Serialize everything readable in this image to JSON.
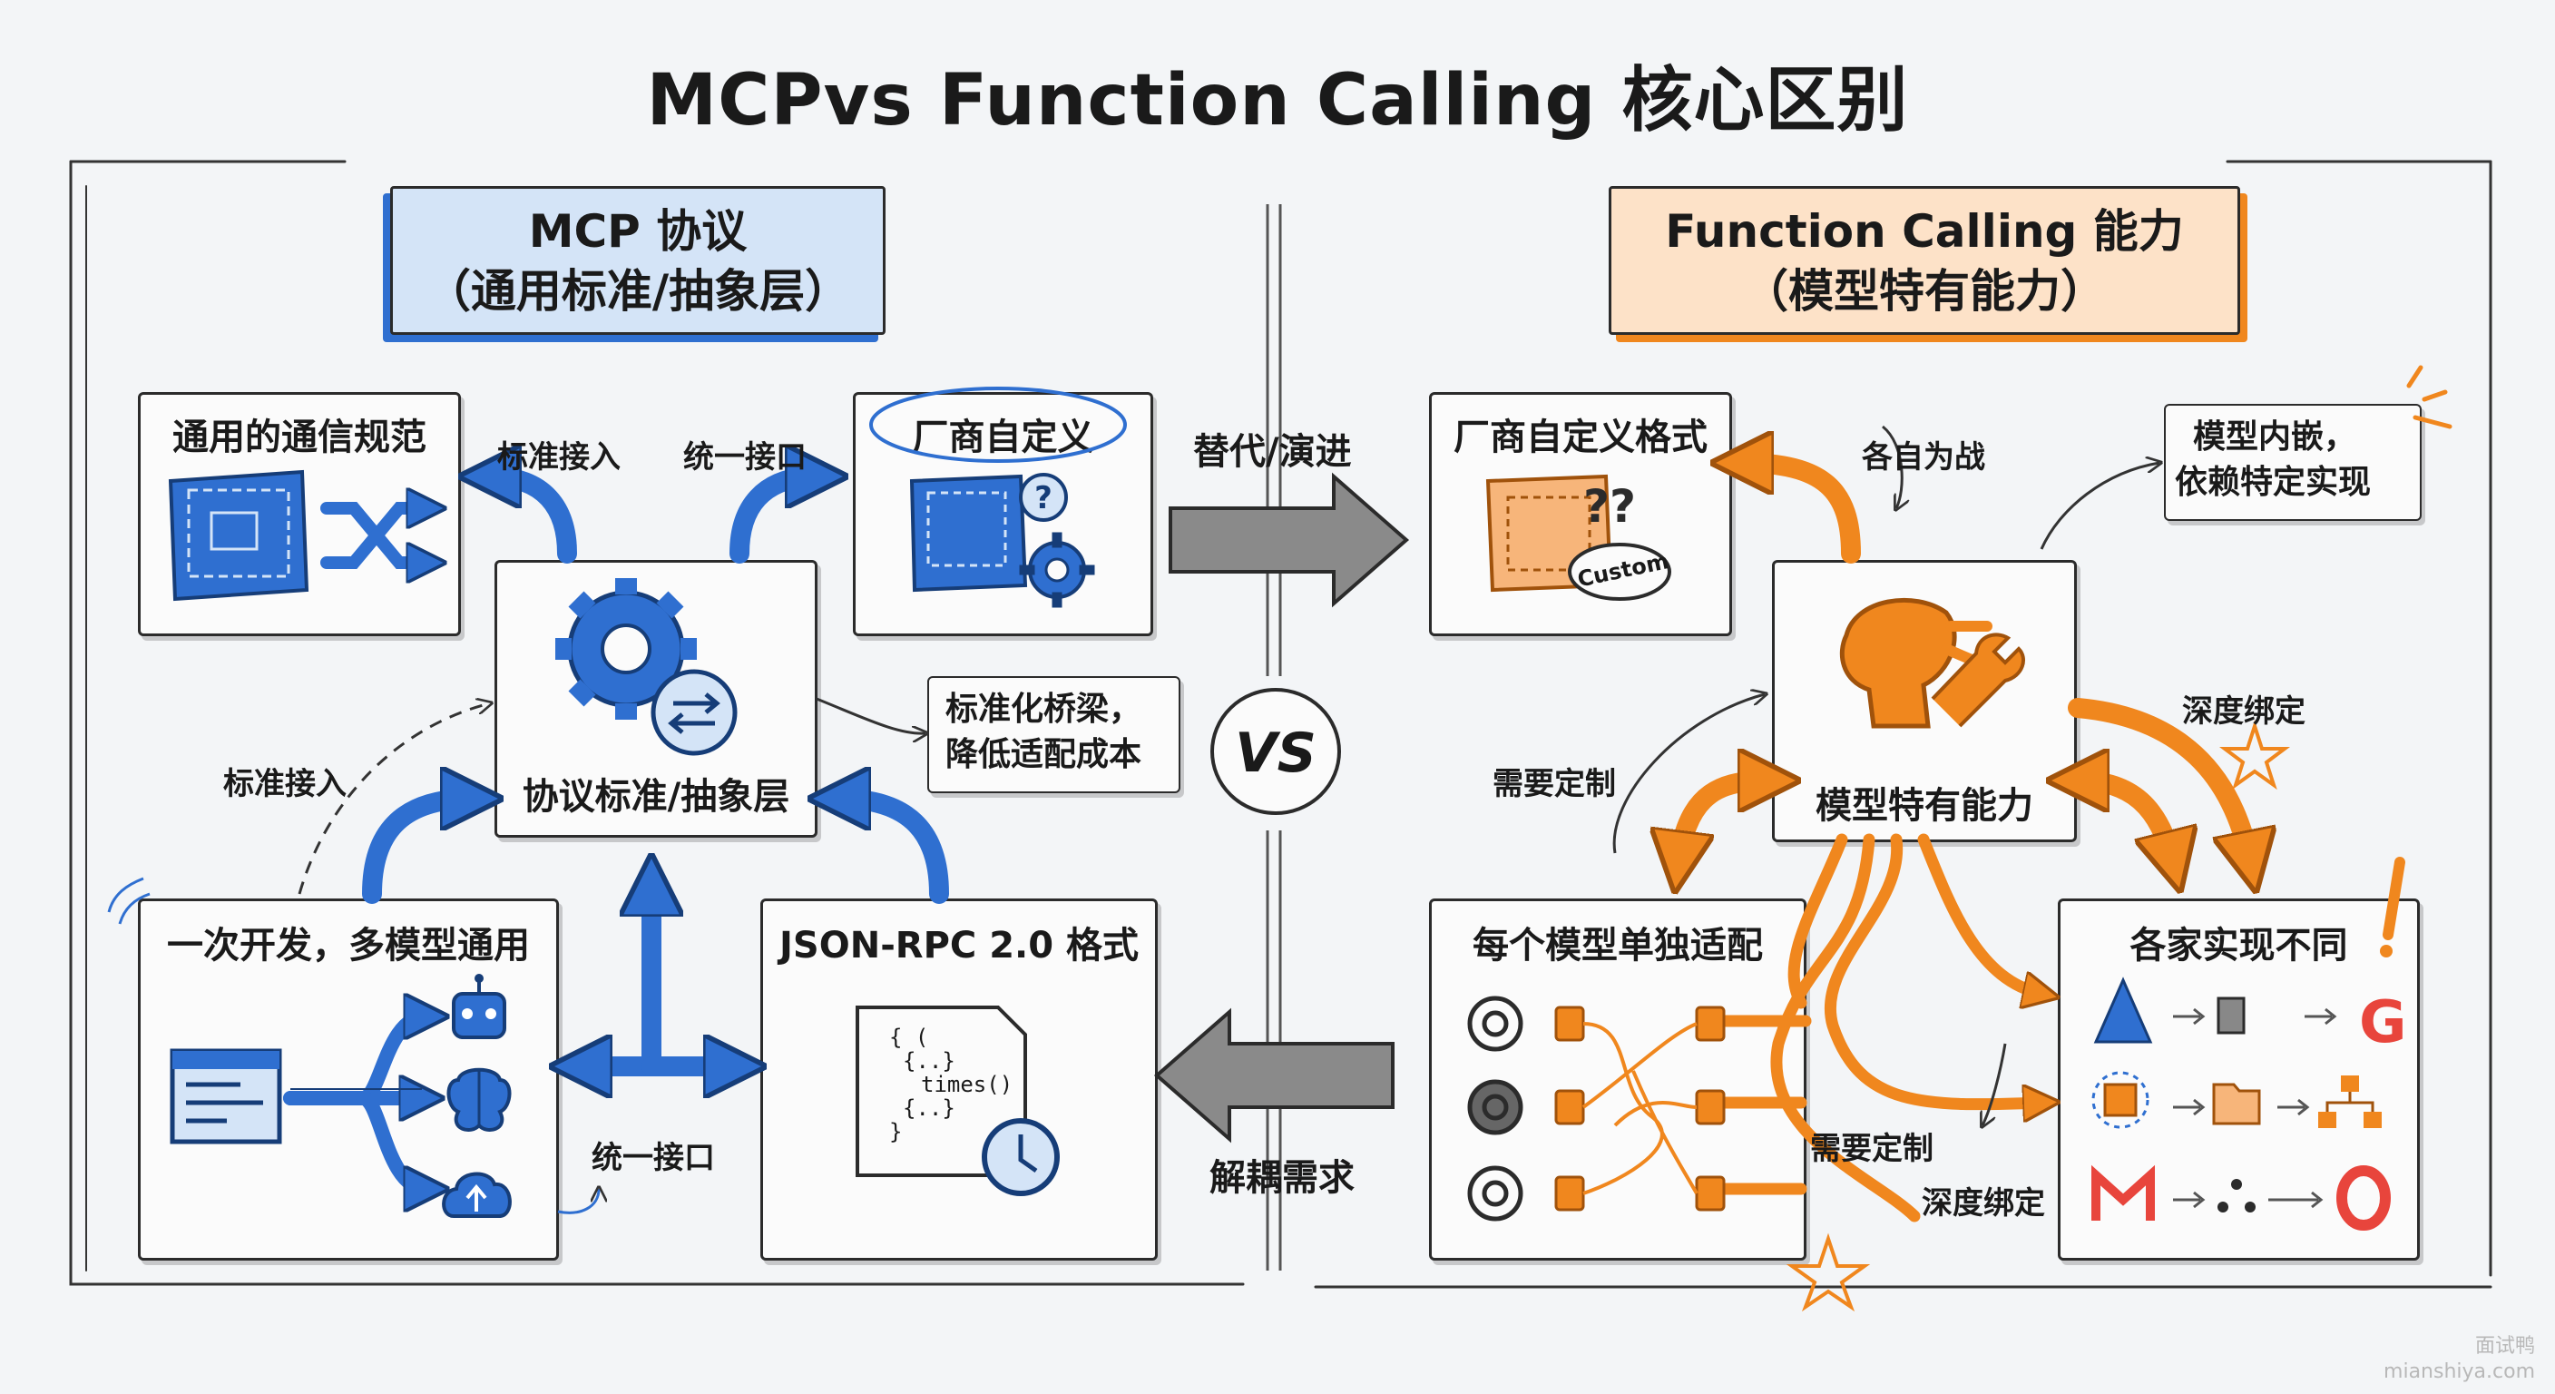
{
  "title": "MCPvs Function Calling 核心区别",
  "left": {
    "header_line1": "MCP 协议",
    "header_line2": "（通用标准/抽象层）",
    "center_box": "协议标准/抽象层",
    "top_left_box": "通用的通信规范",
    "top_right_box": "厂商自定义",
    "bottom_left_box": "一次开发，多模型通用",
    "bottom_right_box": "JSON-RPC 2.0 格式",
    "arrow_label_std_top": "标准接入",
    "arrow_label_unify_top": "统一接口",
    "arrow_label_std_left": "标准接入",
    "arrow_label_unify_bottom": "统一接口",
    "note_line1": "标准化桥梁，",
    "note_line2": "降低适配成本",
    "code_lines": [
      "{ (",
      "{..}",
      "times()",
      "{..}",
      "}"
    ],
    "icons": [
      "blueprint-icon",
      "shuffle-icon",
      "gear-icon",
      "exchange-icon",
      "robot-icon",
      "brain-icon",
      "cloud-upload-icon",
      "code-window-icon",
      "document-icon",
      "clock-icon",
      "question-icon"
    ]
  },
  "middle": {
    "top_arrow_label": "替代/演进",
    "vs_label": "VS",
    "bottom_arrow_label": "解耦需求"
  },
  "right": {
    "header_line1": "Function Calling 能力",
    "header_line2": "（模型特有能力）",
    "center_box": "模型特有能力",
    "top_left_box": "厂商自定义格式",
    "custom_stamp": "Custom",
    "top_right_note_line1": "模型内嵌，",
    "top_right_note_line2": "依赖特定实现",
    "bottom_left_box": "每个模型单独适配",
    "bottom_right_box": "各家实现不同",
    "label_each_fight": "各自为战",
    "label_need_custom_left": "需要定制",
    "label_deep_bind_right": "深度绑定",
    "label_need_custom_bottom": "需要定制",
    "label_deep_bind_bottom": "深度绑定",
    "icons": [
      "custom-blueprint-icon",
      "brain-wrench-icon",
      "openai-icon",
      "plug-icon",
      "azure-icon",
      "google-icon",
      "cube-network-icon",
      "folder-icon",
      "tree-icon",
      "gmail-icon",
      "opera-icon"
    ]
  },
  "watermark": {
    "line1": "面试鸭",
    "line2": "mianshiya.com"
  },
  "colors": {
    "blue": "#2f6fd0",
    "blue_light": "#d4e4f7",
    "orange": "#f0871e",
    "orange_light": "#fde2c8",
    "dark": "#2b2b2b"
  }
}
